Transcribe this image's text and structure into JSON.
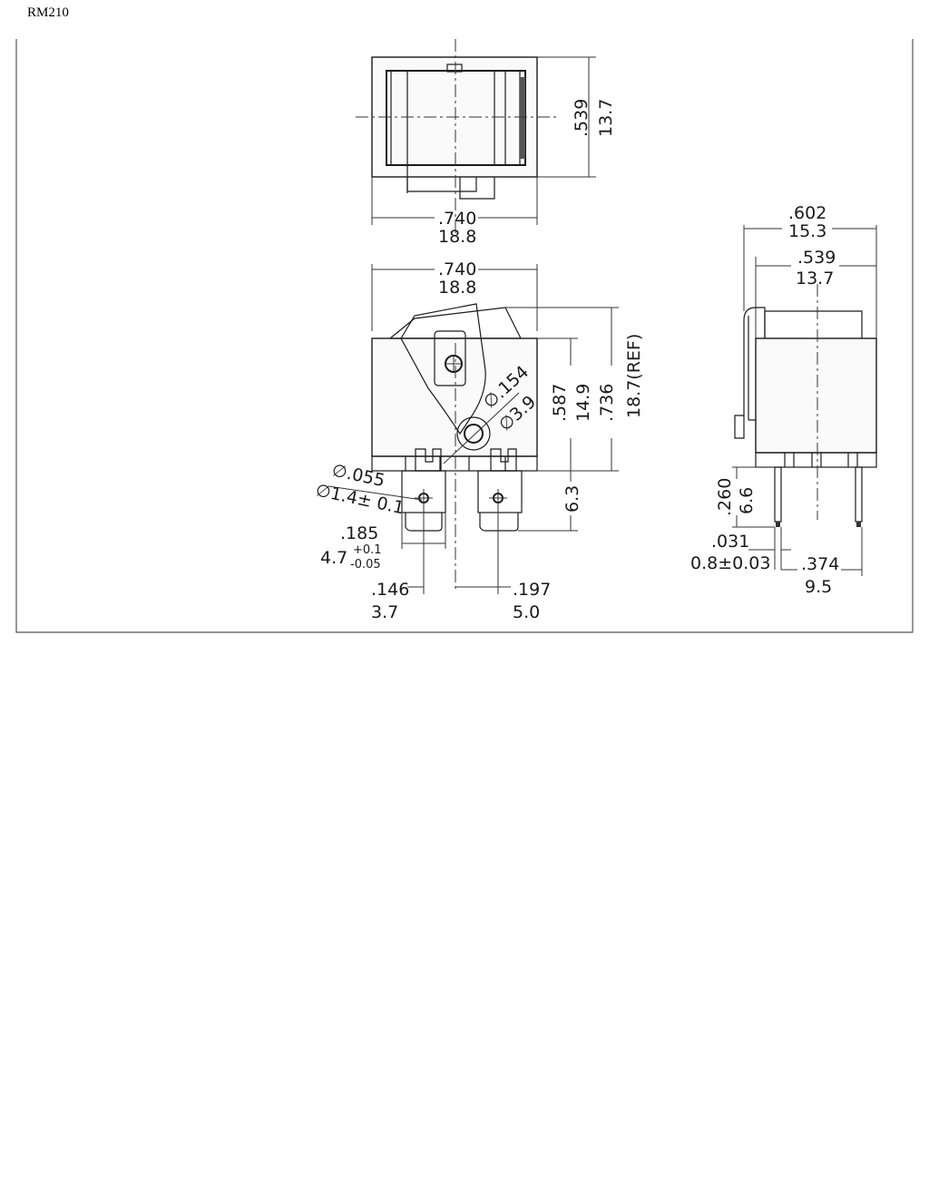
{
  "title": "RM210",
  "dims": {
    "top_height_in": ".539",
    "top_height_mm": "13.7",
    "top_width_in": ".740",
    "top_width_mm": "18.8",
    "front_width_in": ".740",
    "front_width_mm": "18.8",
    "pivot_dia_in": "∅.154",
    "pivot_dia_mm": "∅3.9",
    "body_height_in": ".587",
    "body_height_mm": "14.9",
    "total_height_in": ".736",
    "total_height_mm": "18.7(REF)",
    "hole_dia_in": "∅.055",
    "hole_dia_mm": "∅1.4± 0.1",
    "terminal_len_mm": "6.3",
    "tab_width_in": ".185",
    "tab_width_mm": "4.7",
    "tab_tol_plus": "+0.1",
    "tab_tol_minus": "-0.05",
    "offset1_in": ".146",
    "offset1_mm": "3.7",
    "offset2_in": ".197",
    "offset2_mm": "5.0",
    "side_width_in": ".602",
    "side_width_mm": "15.3",
    "side_body_in": ".539",
    "side_body_mm": "13.7",
    "pin_len_in": ".260",
    "pin_len_mm": "6.6",
    "pin_dia_in": ".031",
    "pin_dia_mm": "0.8±0.03",
    "pin_pitch_in": ".374",
    "pin_pitch_mm": "9.5"
  }
}
